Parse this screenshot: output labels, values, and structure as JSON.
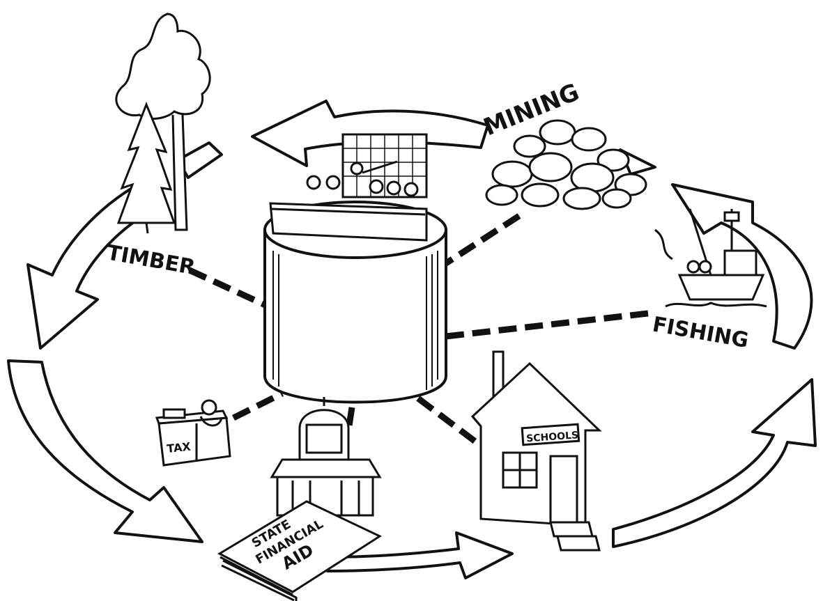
{
  "labels": {
    "timber": "TIMBER",
    "mining": "MINING",
    "fishing": "FISHING",
    "tax": "TAX",
    "schools": "SCHOOLS",
    "aid_line1": "STATE",
    "aid_line2": "FINANCIAL",
    "aid_line3": "AID"
  },
  "colors": {
    "ink": "#111111",
    "paper": "#ffffff"
  }
}
